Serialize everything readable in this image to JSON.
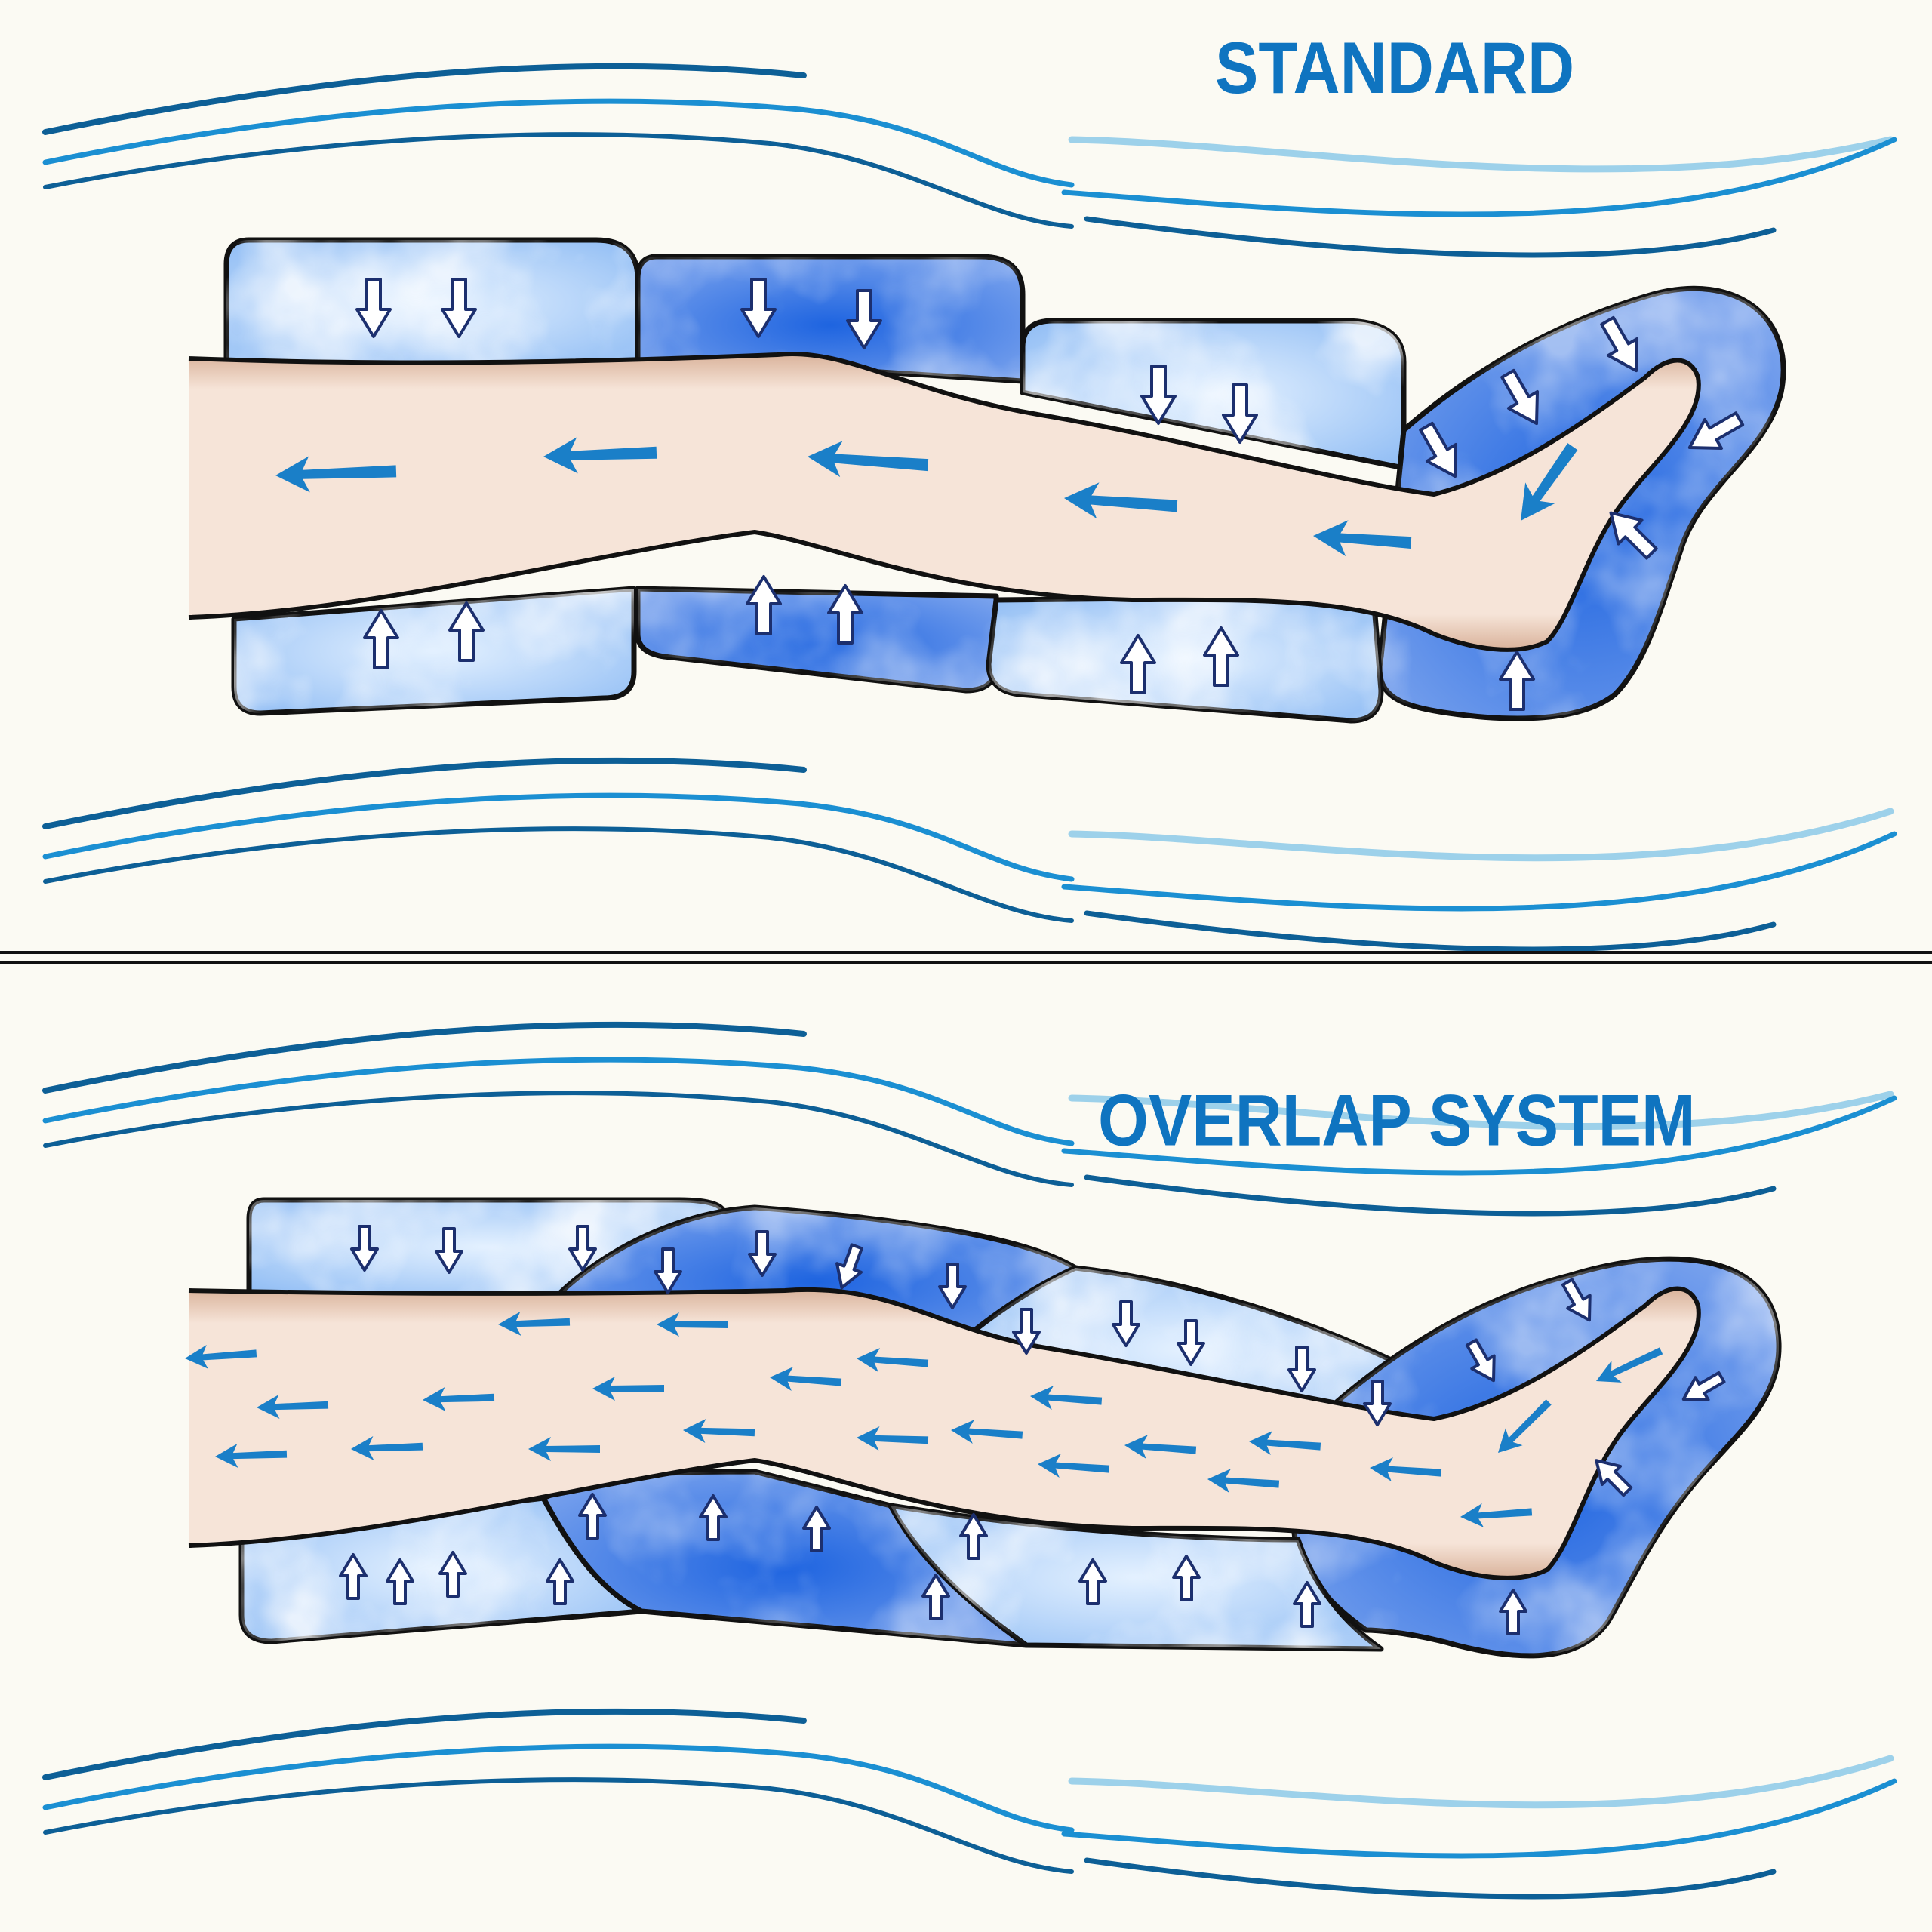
{
  "panels": [
    {
      "id": "standard",
      "title": "STANDARD"
    },
    {
      "id": "overlap",
      "title": "OVERLAP SYSTEM"
    }
  ],
  "colors": {
    "background": "#fbfaf3",
    "title": "#0f74c0",
    "wave_dark": "#0d5f96",
    "wave_mid": "#1b8fd2",
    "wave_light": "#9dd1ea",
    "chamber_light": "#bcdcfb",
    "chamber_dark": "#4e86ec",
    "skin": "#f6e3d6",
    "flow_arrow": "#1a7fc8",
    "outline": "#111111"
  },
  "icons": {
    "pressure_arrow": "hollow-arrow-icon",
    "flow_arrow": "blood-flow-arrow-icon"
  }
}
